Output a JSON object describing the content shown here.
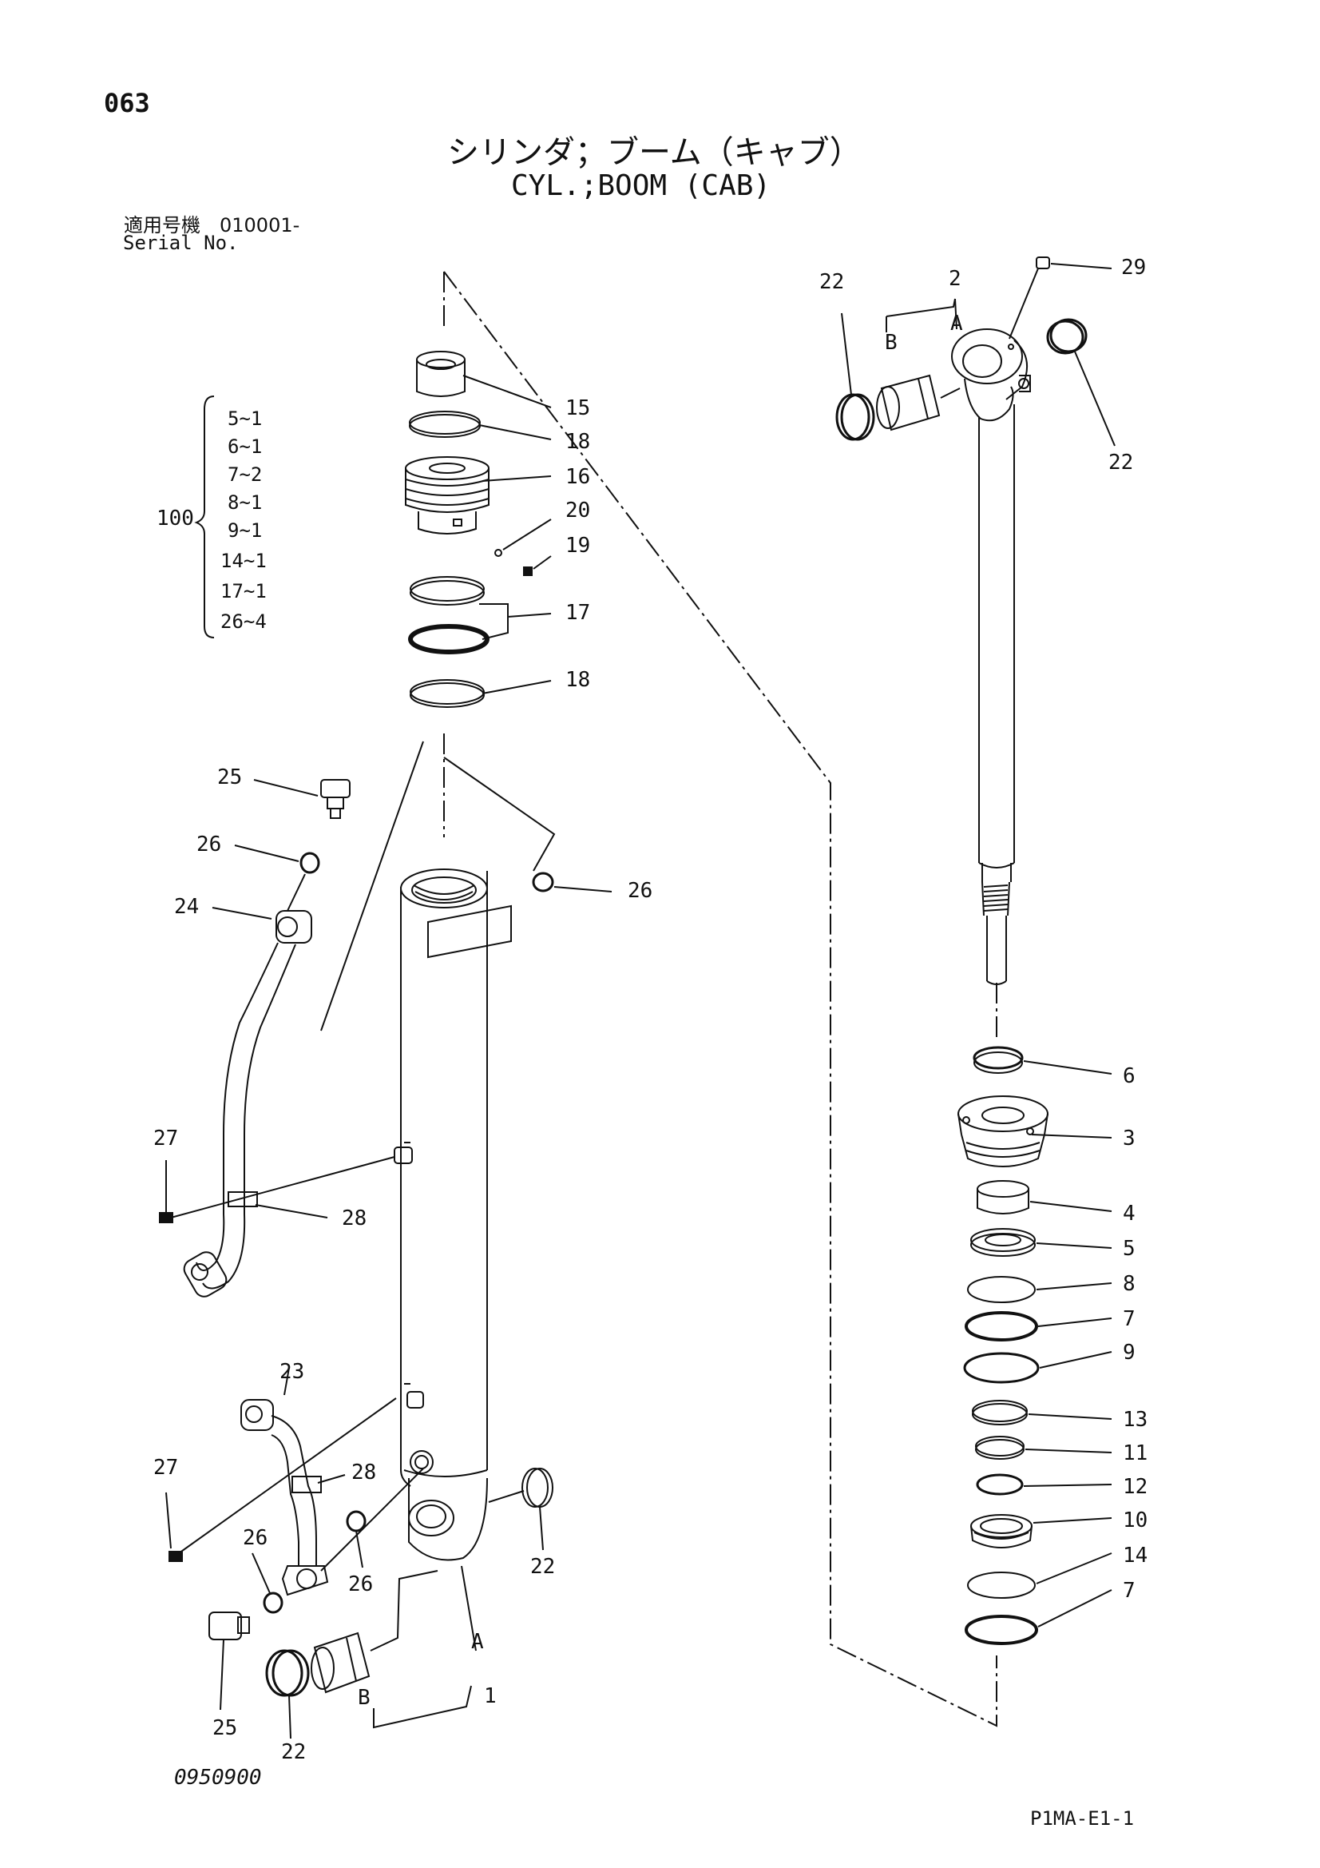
{
  "header": {
    "page_number": "063",
    "title_jp": "シリンダ；ブーム（キャブ）",
    "title_en": "CYL.;BOOM (CAB)",
    "serial_label_jp": "適用号機　010001-",
    "serial_label_en": "Serial No."
  },
  "footer": {
    "drawing_number": "0950900",
    "sheet_code": "P1MA-E1-1"
  },
  "kit": {
    "number": "100",
    "items": [
      "5~1",
      "6~1",
      "7~2",
      "8~1",
      "9~1",
      "14~1",
      "17~1",
      "26~4"
    ]
  },
  "part_labels": {
    "p15": "15",
    "p18a": "18",
    "p16": "16",
    "p20": "20",
    "p19": "19",
    "p17": "17",
    "p18b": "18",
    "p25a": "25",
    "p26a": "26",
    "p24": "24",
    "p26b": "26",
    "p27a": "27",
    "p28a": "28",
    "p23": "23",
    "p27b": "27",
    "p28b": "28",
    "p26c": "26",
    "p26d": "26",
    "p22a": "22",
    "p25b": "25",
    "p22b": "22",
    "pA1": "A",
    "p1": "1",
    "pB1": "B",
    "p22c": "22",
    "p2": "2",
    "pB2": "B",
    "pA2": "A",
    "p29": "29",
    "p22d": "22",
    "p6": "6",
    "p3": "3",
    "p4": "4",
    "p5": "5",
    "p8": "8",
    "p7a": "7",
    "p9": "9",
    "p13": "13",
    "p11": "11",
    "p12": "12",
    "p10": "10",
    "p14": "14",
    "p7b": "7"
  }
}
